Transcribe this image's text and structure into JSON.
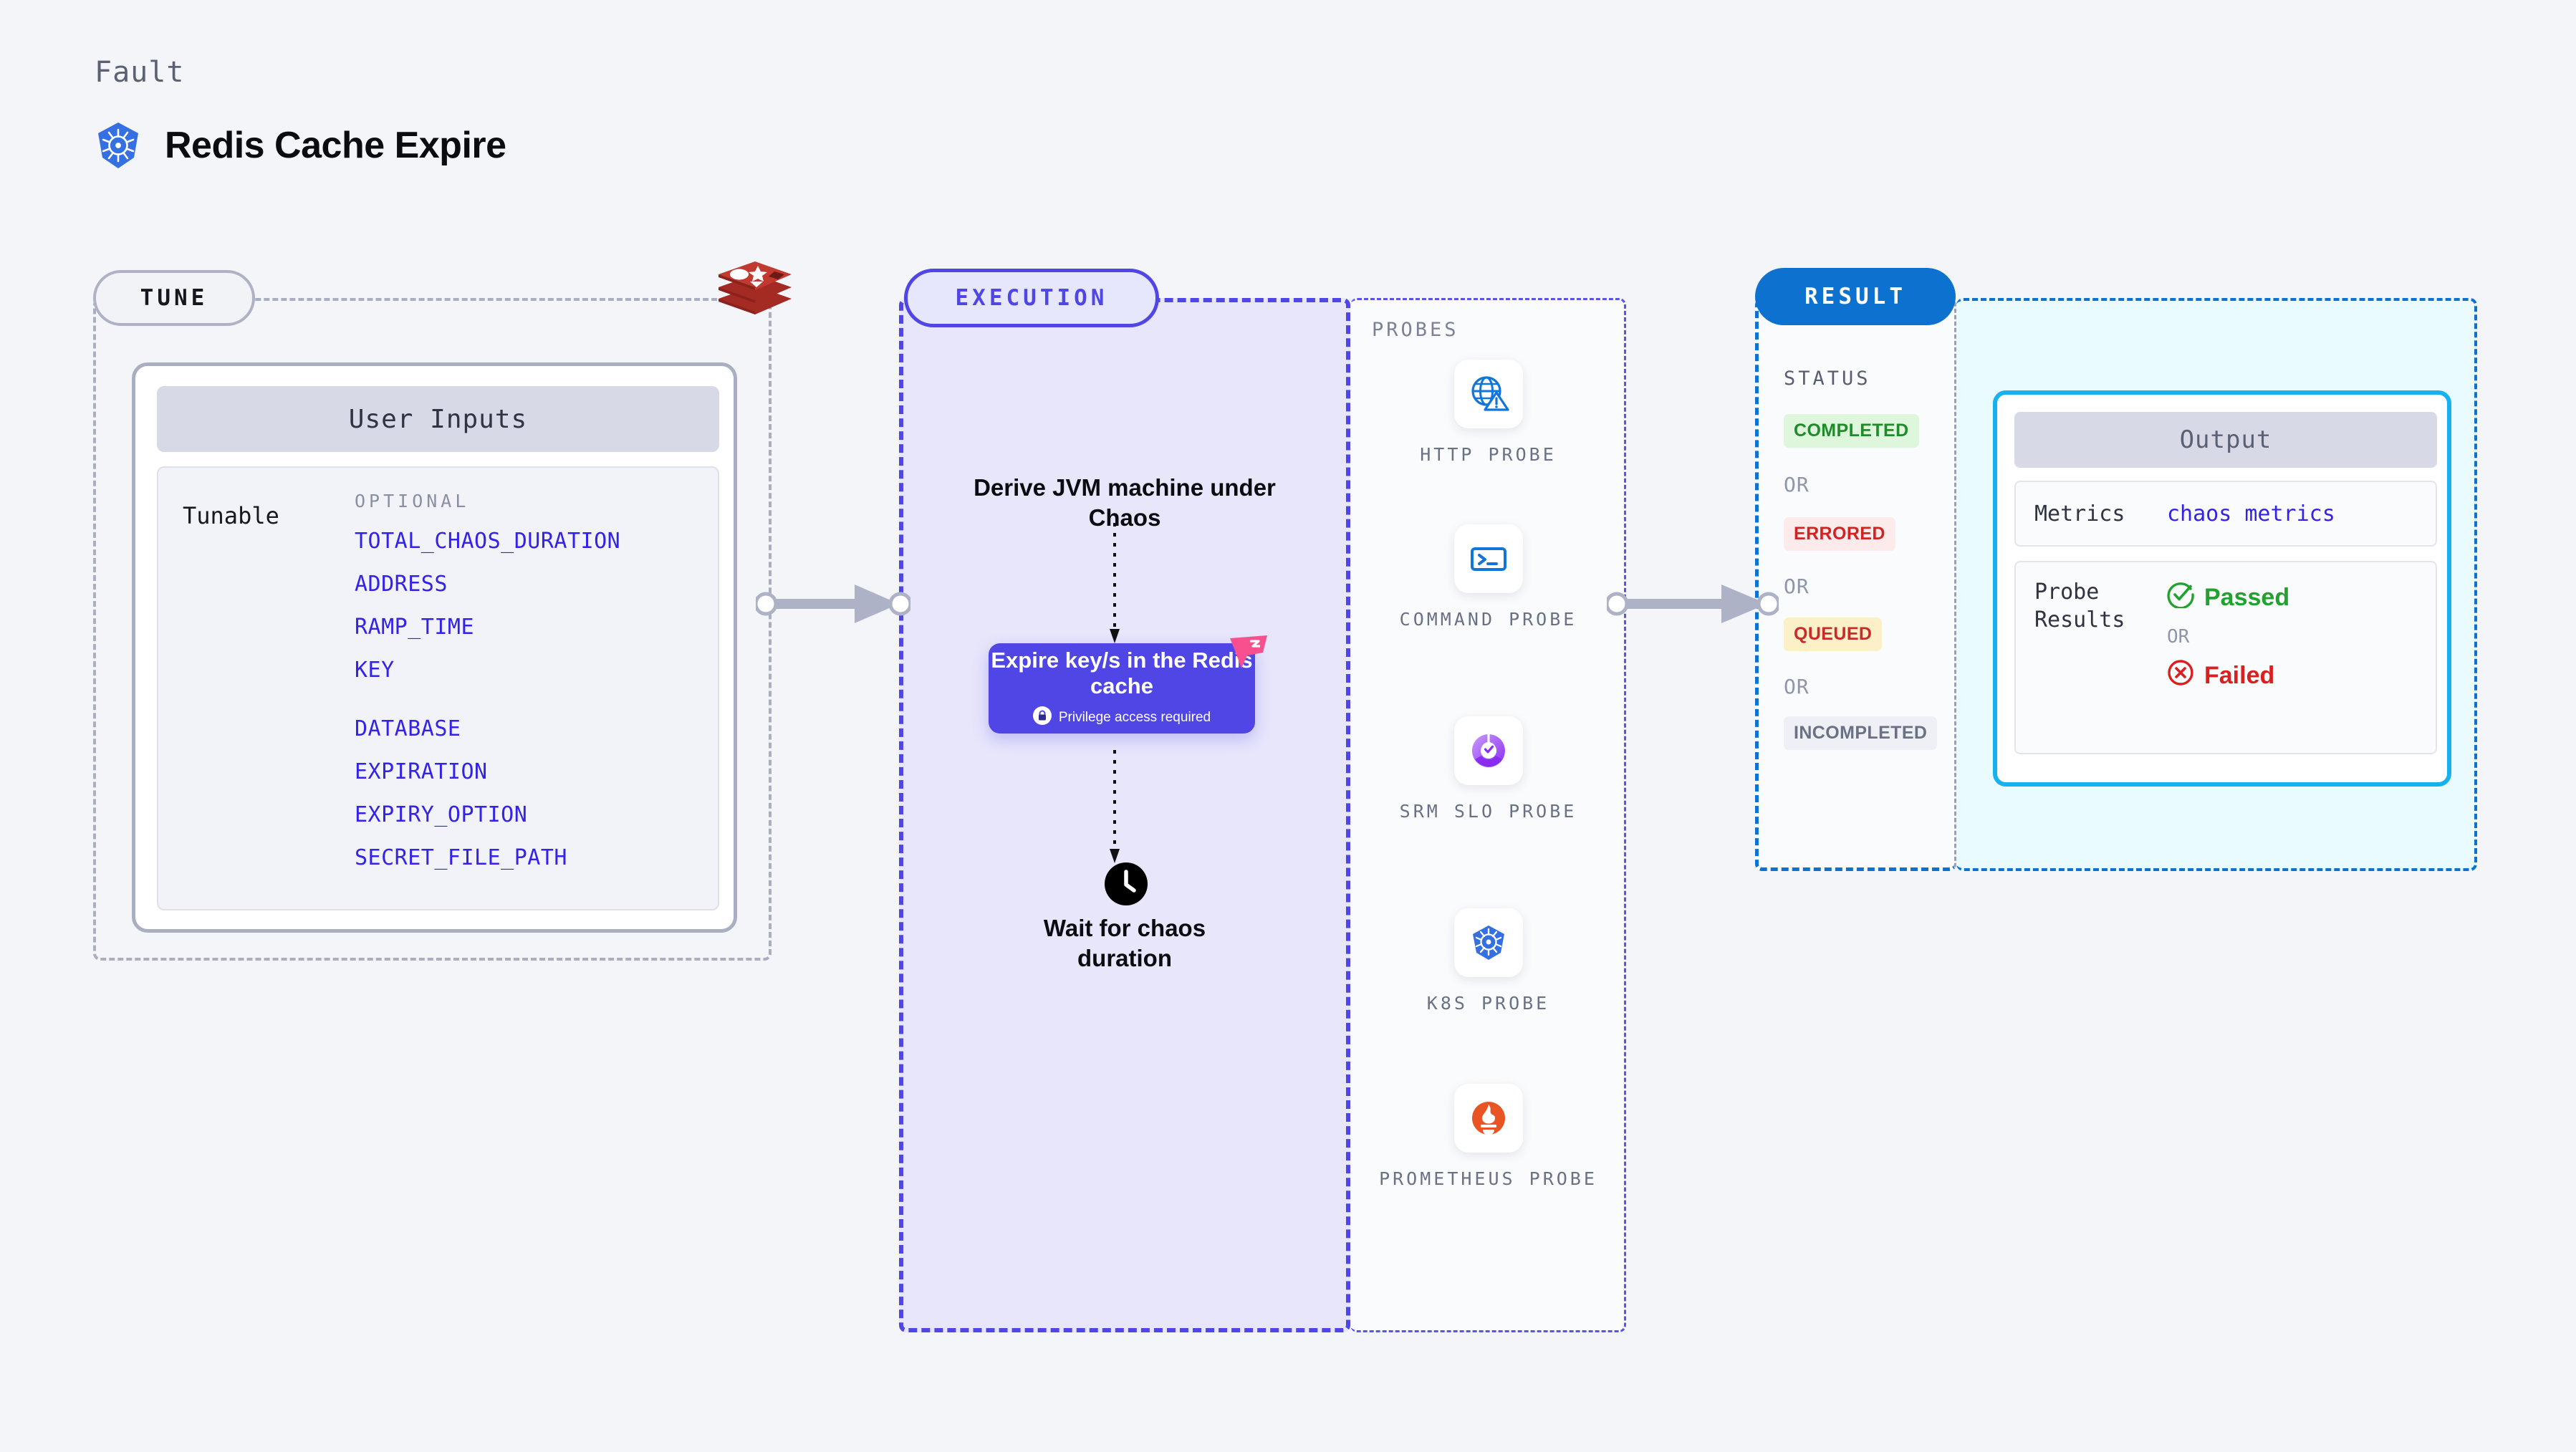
{
  "header": {
    "eyebrow": "Fault",
    "title": "Redis Cache Expire",
    "icon": "kubernetes-icon"
  },
  "tune": {
    "pill_label": "TUNE",
    "logo_icon": "redis-logo",
    "card_title": "User Inputs",
    "tunable_label": "Tunable",
    "optional_label": "OPTIONAL",
    "params_group_1": [
      "TOTAL_CHAOS_DURATION",
      "ADDRESS",
      "RAMP_TIME",
      "KEY"
    ],
    "params_group_2": [
      "DATABASE",
      "EXPIRATION",
      "EXPIRY_OPTION",
      "SECRET_FILE_PATH"
    ]
  },
  "execution": {
    "pill_label": "EXECUTION",
    "step_1": "Derive JVM machine under Chaos",
    "chaos_card": {
      "title": "Expire key/s in the Redis cache",
      "subtitle": "Privilege access required",
      "lock_icon": "lock-icon",
      "flag_icon": "chaos-flag-icon"
    },
    "step_3": "Wait for chaos duration",
    "step_3_icon": "clock-icon"
  },
  "probes": {
    "title": "PROBES",
    "items": [
      {
        "label": "HTTP PROBE",
        "icon": "globe-warning-icon"
      },
      {
        "label": "COMMAND PROBE",
        "icon": "terminal-icon"
      },
      {
        "label": "SRM SLO PROBE",
        "icon": "slo-donut-check-icon"
      },
      {
        "label": "K8S PROBE",
        "icon": "kubernetes-icon"
      },
      {
        "label": "PROMETHEUS PROBE",
        "icon": "prometheus-icon"
      }
    ]
  },
  "result": {
    "pill_label": "RESULT",
    "status_title": "STATUS",
    "or_label": "OR",
    "statuses": [
      {
        "label": "COMPLETED",
        "bg": "#ddf6dc",
        "color": "#1f8b2a"
      },
      {
        "label": "ERRORED",
        "bg": "#fdeaea",
        "color": "#d02424"
      },
      {
        "label": "QUEUED",
        "bg": "#fcf0c8",
        "color": "#c92a2a"
      },
      {
        "label": "INCOMPLETED",
        "bg": "#eef0f6",
        "color": "#6b7185"
      }
    ],
    "output": {
      "title": "Output",
      "metrics_key": "Metrics",
      "metrics_value": "chaos metrics",
      "probe_key": "Probe Results",
      "passed_label": "Passed",
      "passed_icon": "check-circle-icon",
      "failed_label": "Failed",
      "failed_icon": "x-circle-icon",
      "or_label": "OR"
    }
  },
  "connectors": {
    "tune_to_exec": "arrow-right",
    "exec_to_result": "arrow-right"
  },
  "colors": {
    "accent_purple": "#4f46e5",
    "accent_blue": "#0d72cf",
    "param_blue": "#3322e8",
    "cyan_border": "#16b1ee"
  }
}
